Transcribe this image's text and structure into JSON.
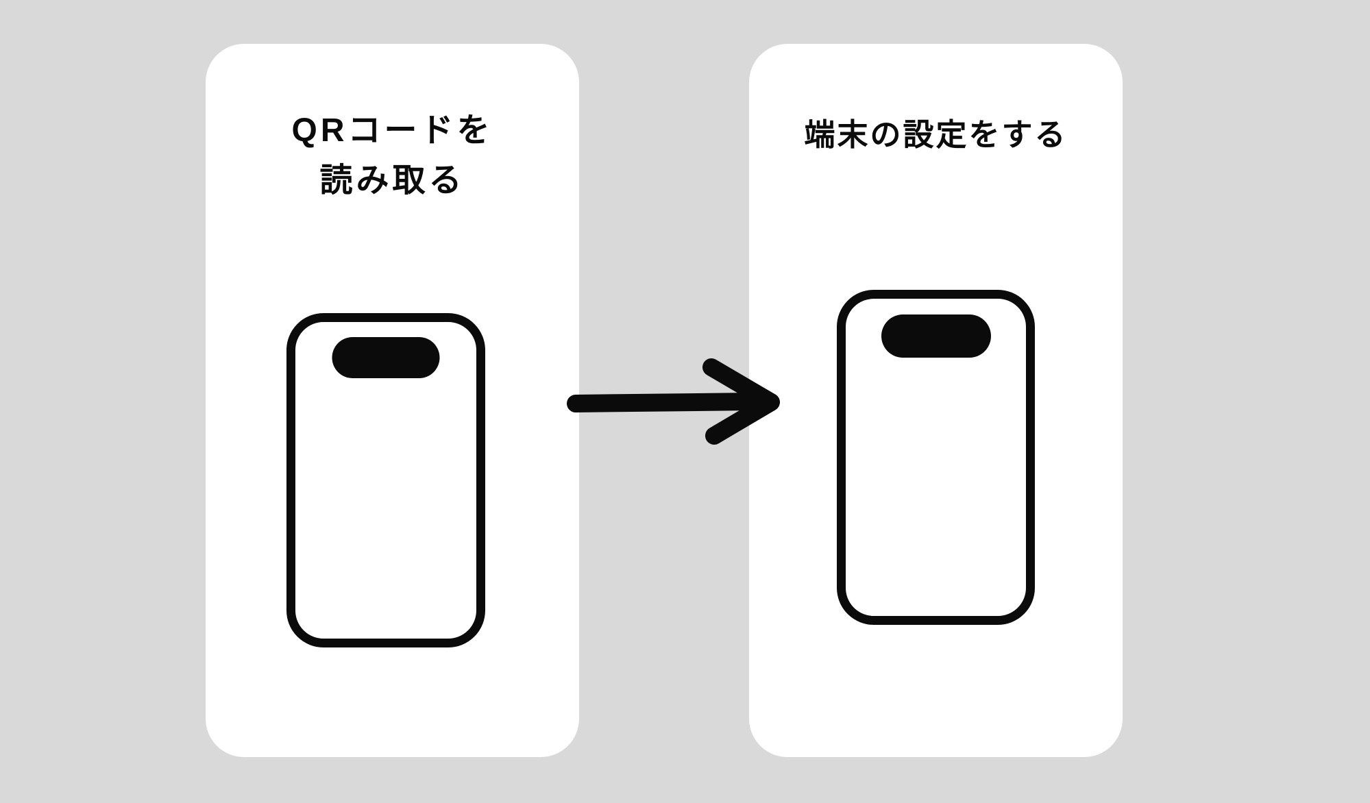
{
  "colors": {
    "background": "#d9d9d9",
    "card": "#ffffff",
    "ink": "#0b0b0b"
  },
  "diagram": {
    "steps": [
      {
        "title": "QRコードを読み取る",
        "title_lines": [
          "QRコードを",
          "読み取る"
        ],
        "illustration": "smartphone"
      },
      {
        "title": "端末の設定をする",
        "title_lines": [
          "端末の設定をする"
        ],
        "illustration": "smartphone"
      }
    ],
    "connector": "right-arrow"
  }
}
